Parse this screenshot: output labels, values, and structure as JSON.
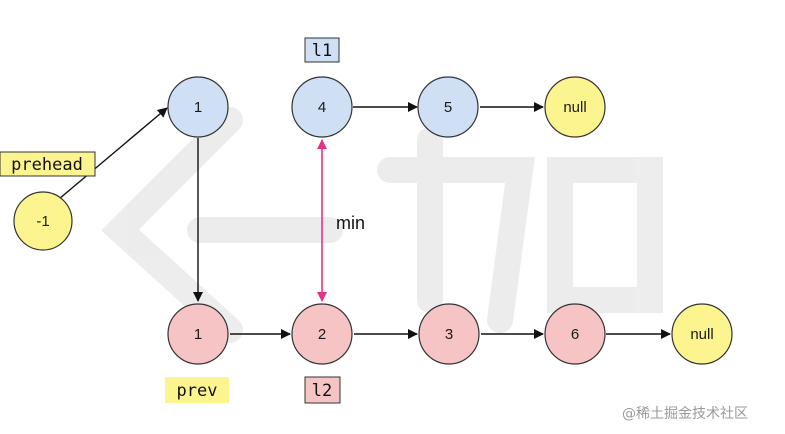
{
  "colors": {
    "blue_node": "#cfe0f5",
    "red_node": "#f6c4c4",
    "yellow_node": "#fbf48f",
    "node_stroke": "#333333",
    "min_arrow": "#e6318a",
    "tag_yellow": "#fbf48f",
    "tag_blue": "#cfe0f5",
    "tag_red": "#f6c4c4"
  },
  "nodes": {
    "prehead": "-1",
    "l1_first": "1",
    "l1_second": "4",
    "l1_third": "5",
    "l1_null": "null",
    "l2_first": "1",
    "l2_second": "2",
    "l2_third": "3",
    "l2_fourth": "6",
    "l2_null": "null"
  },
  "labels": {
    "prehead": "prehead",
    "l1": "l1",
    "l2": "l2",
    "prev": "prev",
    "min": "min"
  },
  "watermark": {
    "credit": "@稀土掘金技术社区"
  }
}
